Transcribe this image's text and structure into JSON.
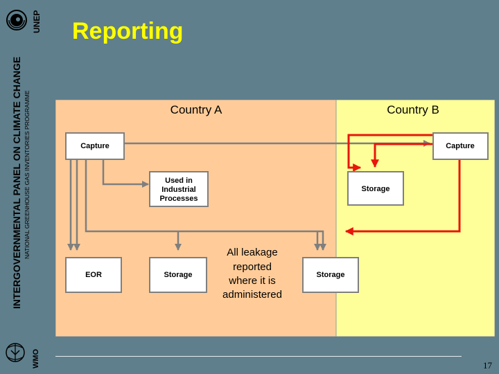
{
  "title": "Reporting",
  "sidebar": {
    "unep": "UNEP",
    "ipcc": "INTERGOVERNMENTAL PANEL ON CLIMATE CHANGE",
    "nggip": "NATIONAL GREENHOUSE GAS INVENTORIES PROGRAMME",
    "wmo": "WMO"
  },
  "diagram": {
    "country_a": "Country A",
    "country_b": "Country B",
    "boxes": {
      "capture_a": "Capture",
      "capture_b": "Capture",
      "used_line1": "Used in",
      "used_line2": "Industrial",
      "used_line3": "Processes",
      "storage_b_top": "Storage",
      "eor": "EOR",
      "storage_a": "Storage",
      "storage_b_bottom": "Storage"
    },
    "note": {
      "line1": "All leakage",
      "line2": "reported",
      "line3": "where it is",
      "line4": "administered"
    },
    "colors": {
      "country_a_bg": "#ffcc99",
      "country_b_bg": "#ffff99",
      "grey_arrow": "#7f7f7f",
      "red_arrow": "#e8160c"
    }
  },
  "page_number": "17",
  "colors": {
    "slide_bg": "#5f7f8c",
    "title": "#ffff00"
  }
}
